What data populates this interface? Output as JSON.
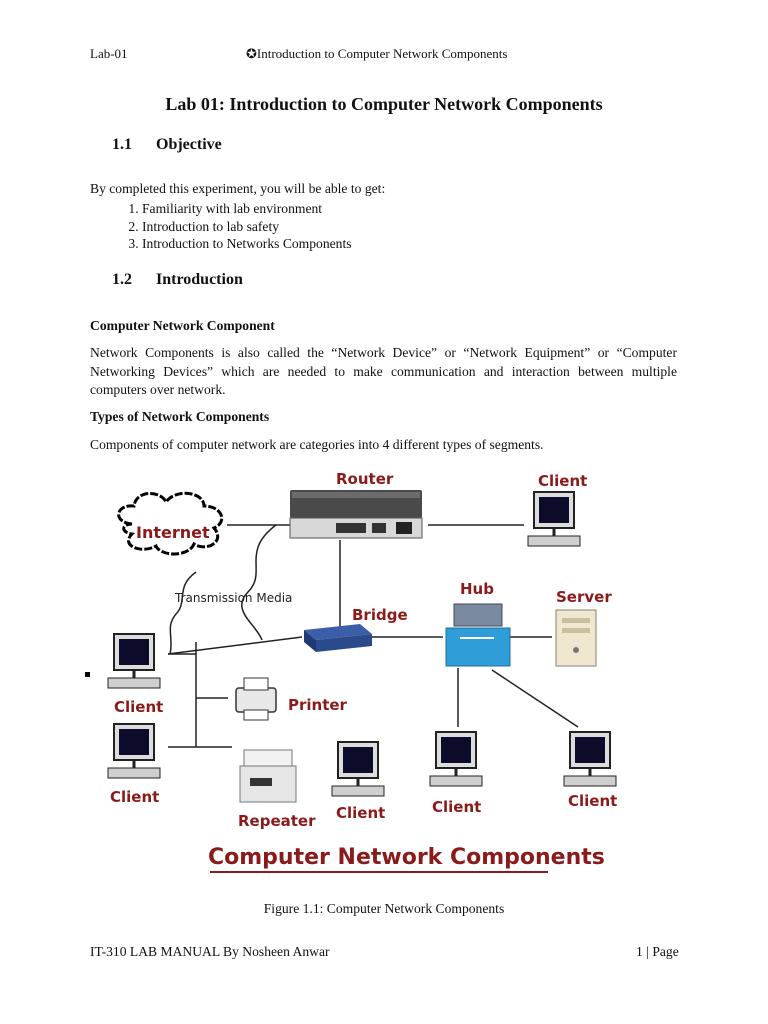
{
  "header": {
    "left": "Lab-01",
    "center": "✪Introduction to Computer Network Components"
  },
  "title": "Lab 01: Introduction to Computer Network Components",
  "sections": [
    {
      "num": "1.1",
      "title": "Objective"
    },
    {
      "num": "1.2",
      "title": "Introduction"
    }
  ],
  "objective": {
    "intro": "By completed this experiment, you will be able to get:",
    "items": [
      "Familiarity with lab environment",
      "Introduction to lab safety",
      "Introduction to Networks Components"
    ]
  },
  "introduction": {
    "subhead1": "Computer Network Component",
    "para1": "Network Components is also called the “Network Device” or “Network Equipment” or “Computer Networking Devices” which are needed to make communication and interaction between multiple computers over network.",
    "subhead2": "Types of Network Components",
    "para2": "Components of computer network are categories into 4 different types of segments."
  },
  "figure": {
    "labels": {
      "router": "Router",
      "internet": "Internet",
      "client": "Client",
      "transmission_media": "Transmission Media",
      "bridge": "Bridge",
      "hub": "Hub",
      "server": "Server",
      "printer": "Printer",
      "repeater": "Repeater"
    },
    "banner": "Computer Network Components",
    "label_color": "#8b1a1a",
    "caption": "Figure 1.1: Computer Network Components"
  },
  "footer": {
    "left": "IT-310 LAB MANUAL By Nosheen Anwar",
    "right": "1 | Page"
  }
}
